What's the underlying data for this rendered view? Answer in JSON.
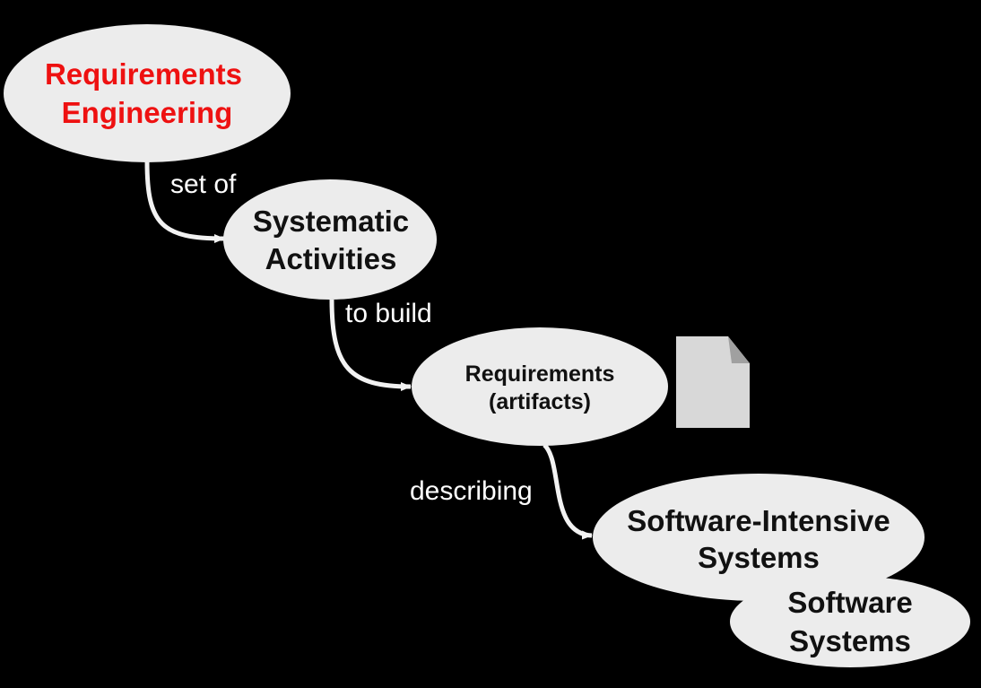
{
  "colors": {
    "background": "#000000",
    "node_fill": "#ececec",
    "node_text": "#111111",
    "highlight_text": "#ee1111",
    "arrow": "#f2f2f2",
    "edge_text": "#ffffff",
    "document_fill": "#d8d8d8",
    "document_fold": "#a0a0a0"
  },
  "nodes": {
    "requirements_engineering": {
      "line1": "Requirements",
      "line2": "Engineering"
    },
    "systematic_activities": {
      "line1": "Systematic",
      "line2": "Activities"
    },
    "requirements_artifacts": {
      "line1": "Requirements",
      "line2": "(artifacts)"
    },
    "software_intensive_systems": {
      "line1": "Software-Intensive",
      "line2": "Systems"
    },
    "software_systems": {
      "line1": "Software",
      "line2": "Systems"
    }
  },
  "edges": {
    "set_of": "set of",
    "to_build": "to build",
    "describing": "describing"
  },
  "icons": {
    "document": "document-icon"
  }
}
